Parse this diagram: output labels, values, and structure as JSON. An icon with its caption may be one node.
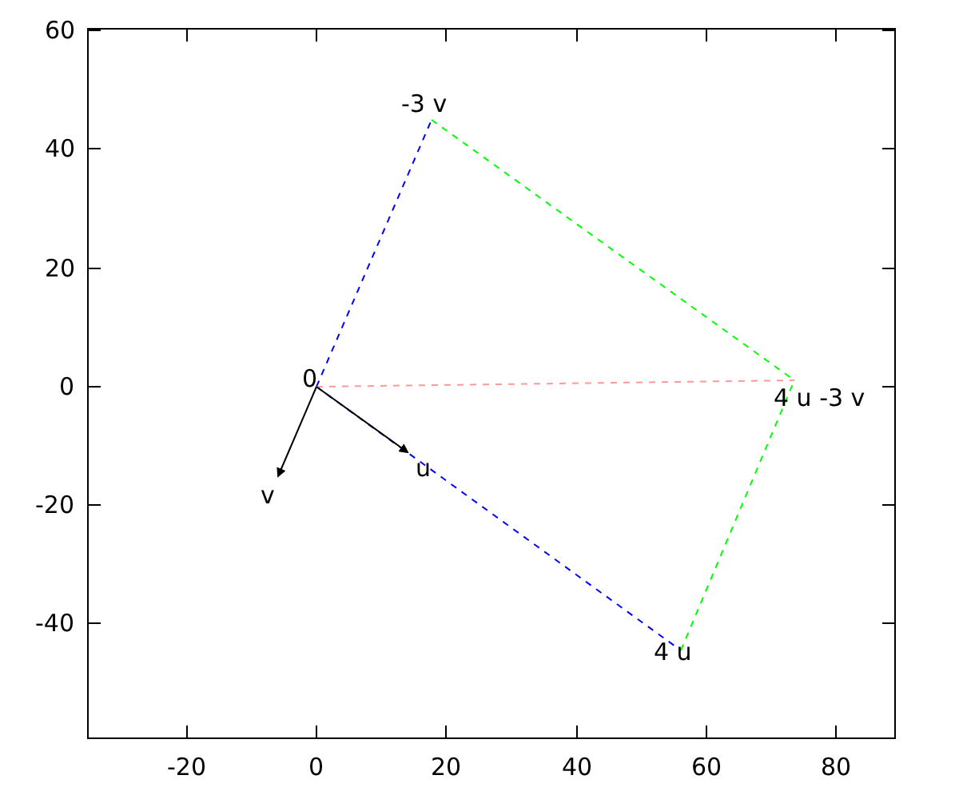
{
  "diagram": {
    "nodes": [
      {
        "text": [
          "-3 v"
        ]
      },
      {
        "text": [
          "0"
        ]
      },
      {
        "text": [
          "4 u -3 v"
        ]
      },
      {
        "text": [
          "u"
        ]
      },
      {
        "text": [
          "v"
        ]
      },
      {
        "text": [
          "4 u"
        ]
      }
    ],
    "edges": [
      {
        "from": 1,
        "to": 0,
        "arrow": "none",
        "style": "dashed",
        "color": "#0000ff"
      },
      {
        "from": 1,
        "to": 5,
        "arrow": "none",
        "style": "dashed",
        "color": "#0000ff"
      },
      {
        "from": 1,
        "to": 2,
        "arrow": "none",
        "style": "dashed",
        "color": "#ff9999"
      },
      {
        "from": 0,
        "to": 2,
        "arrow": "none",
        "style": "dashed",
        "color": "#00ff00"
      },
      {
        "from": 5,
        "to": 2,
        "arrow": "none",
        "style": "dashed",
        "color": "#00ff00"
      },
      {
        "from": 1,
        "to": 3,
        "arrow": "to",
        "color": "#000000"
      },
      {
        "from": 1,
        "to": 4,
        "arrow": "to",
        "color": "#000000"
      }
    ],
    "labels": [
      "60",
      "40",
      "20",
      "0",
      "-20",
      "-40",
      "-20",
      "0",
      "20",
      "40",
      "60",
      "80"
    ]
  }
}
